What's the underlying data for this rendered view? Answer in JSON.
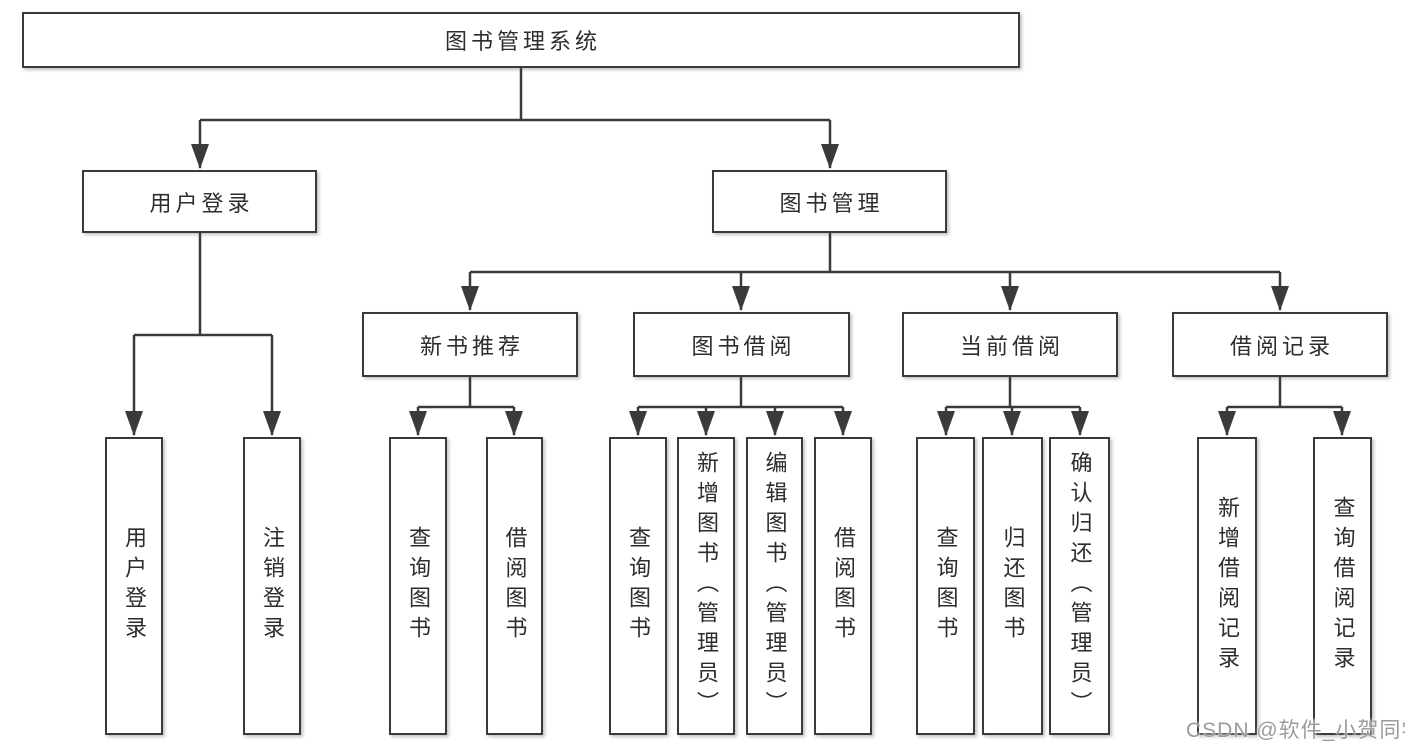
{
  "diagram": {
    "title": "图书管理系统",
    "tree": {
      "label": "图书管理系统",
      "children": [
        {
          "label": "用户登录",
          "children": [
            {
              "label": "用户登录"
            },
            {
              "label": "注销登录"
            }
          ]
        },
        {
          "label": "图书管理",
          "children": [
            {
              "label": "新书推荐",
              "children": [
                {
                  "label": "查询图书"
                },
                {
                  "label": "借阅图书"
                }
              ]
            },
            {
              "label": "图书借阅",
              "children": [
                {
                  "label": "查询图书"
                },
                {
                  "label": "新增图书（管理员）"
                },
                {
                  "label": "编辑图书（管理员）"
                },
                {
                  "label": "借阅图书"
                }
              ]
            },
            {
              "label": "当前借阅",
              "children": [
                {
                  "label": "查询图书"
                },
                {
                  "label": "归还图书"
                },
                {
                  "label": "确认归还（管理员）"
                }
              ]
            },
            {
              "label": "借阅记录",
              "children": [
                {
                  "label": "新增借阅记录"
                },
                {
                  "label": "查询借阅记录"
                }
              ]
            }
          ]
        }
      ]
    }
  },
  "watermark": {
    "text": "CSDN @软件_小贺同学"
  },
  "colors": {
    "background": "#ffffff",
    "line": "#3a3a3a",
    "box_border": "#3a3a3a",
    "text": "#2d2d2d",
    "watermark": "#9c9c9c"
  }
}
